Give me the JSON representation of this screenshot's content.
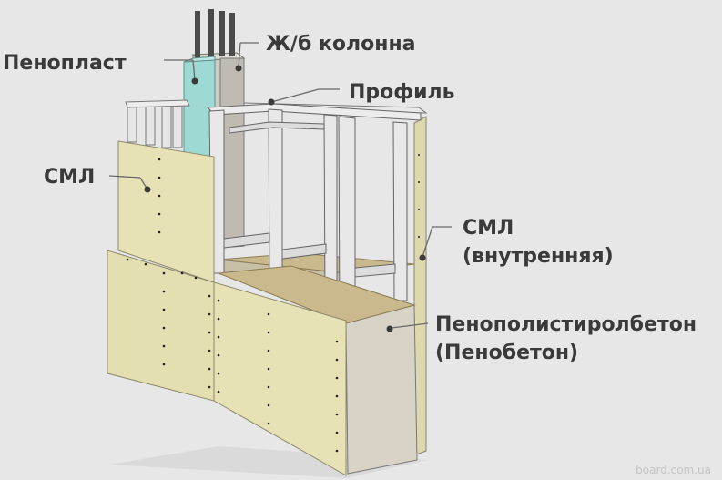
{
  "labels": {
    "penoplast": "Пенопласт",
    "column": "Ж/б колонна",
    "profile": "Профиль",
    "sml": "СМЛ",
    "sml_inner_line1": "СМЛ",
    "sml_inner_line2": "(внутренняя)",
    "foam_concrete_line1": "Пенополистиролбетон",
    "foam_concrete_line2": "(Пенобетон)"
  },
  "watermark": "board.com.ua",
  "colors": {
    "background": "#e7e7e7",
    "sml_board": "#e6e2b6",
    "foam_board": "#9fd9d4",
    "concrete": "#d5d2cb",
    "profile_steel": "#e4e4e4",
    "leader_line": "#6a6a6a"
  }
}
